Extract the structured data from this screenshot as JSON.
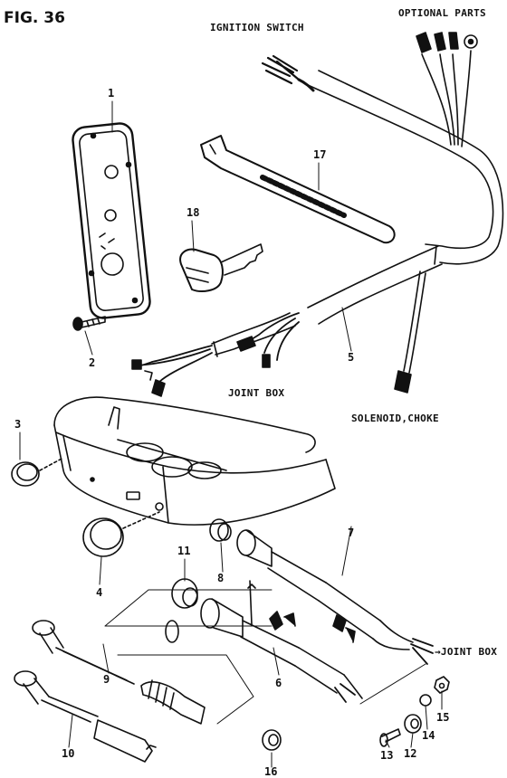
{
  "figure": {
    "title": "FIG. 36"
  },
  "captions": {
    "ignition_switch": "IGNITION SWITCH",
    "optional_parts": "OPTIONAL PARTS",
    "joint_box_center": "JOINT BOX",
    "solenoid_choke": "SOLENOID,CHOKE",
    "joint_box_arrow": "→JOINT BOX"
  },
  "callouts": {
    "p1": "1",
    "p2": "2",
    "p3": "3",
    "p4": "4",
    "p5": "5",
    "p6": "6",
    "p7": "7",
    "p8": "8",
    "p9": "9",
    "p10": "10",
    "p11": "11",
    "p12": "12",
    "p13": "13",
    "p14": "14",
    "p15": "15",
    "p16": "16",
    "p17": "17",
    "p18": "18"
  }
}
